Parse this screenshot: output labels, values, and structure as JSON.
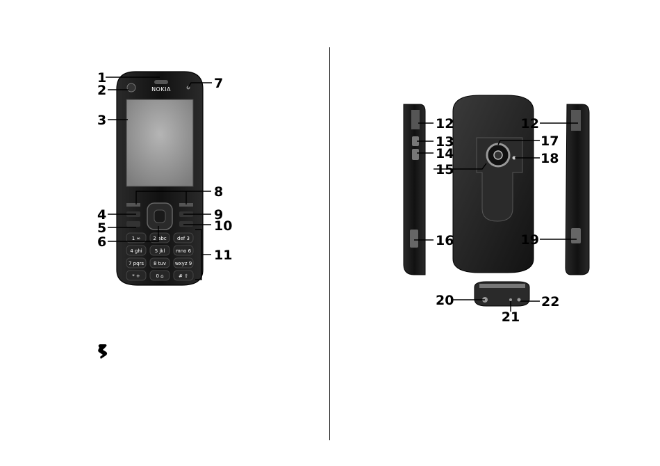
{
  "brand": "NOKIA",
  "callouts": [
    "1",
    "2",
    "3",
    "4",
    "5",
    "6",
    "7",
    "8",
    "9",
    "10",
    "11",
    "12",
    "12",
    "13",
    "14",
    "15",
    "16",
    "17",
    "18",
    "19",
    "20",
    "21",
    "22"
  ],
  "keypad": [
    "1 ∞",
    "2 abc",
    "def 3",
    "4 ghi",
    "5 jkl",
    "mno 6",
    "7 pqrs",
    "8 tuv",
    "wxyz 9",
    "* +",
    "0 ⌂",
    "# ⇧"
  ],
  "colors": {
    "body": "#1c1c1c",
    "screen": "#9a9a9a",
    "line": "#000000"
  }
}
